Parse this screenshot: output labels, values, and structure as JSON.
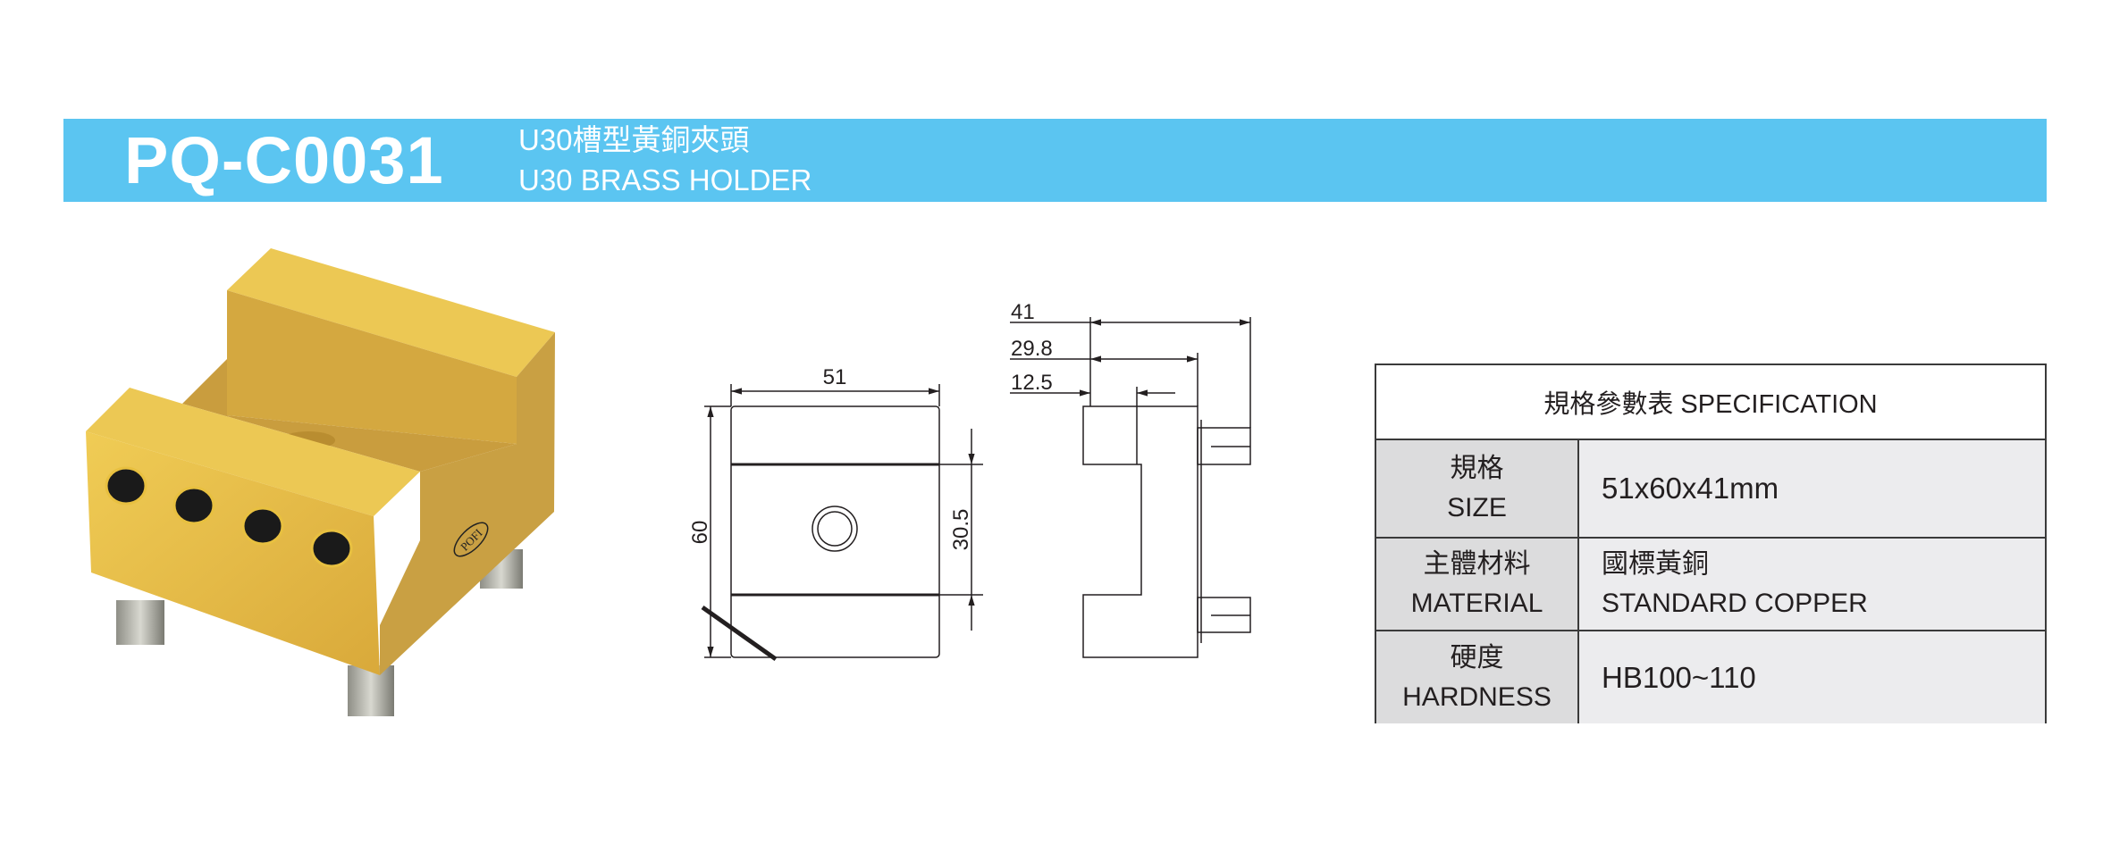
{
  "header": {
    "model_code": "PQ-C0031",
    "title_cn": "U30槽型黃銅夾頭",
    "title_en": "U30 BRASS HOLDER",
    "banner_color": "#5bc5f1"
  },
  "product_image": {
    "brand_mark": "POFI",
    "registered_mark": "®"
  },
  "drawing": {
    "dims": {
      "width": "51",
      "height": "60",
      "slot_height": "30.5",
      "depth_total": "41",
      "depth_body": "29.8",
      "slot_depth": "12.5"
    }
  },
  "spec_table": {
    "title": "規格參數表 SPECIFICATION",
    "rows": [
      {
        "label_cn": "規格",
        "label_en": "SIZE",
        "value_1": "51x60x41mm",
        "value_2": ""
      },
      {
        "label_cn": "主體材料",
        "label_en": "MATERIAL",
        "value_1": "國標黃銅",
        "value_2": "STANDARD COPPER"
      },
      {
        "label_cn": "硬度",
        "label_en": "HARDNESS",
        "value_1": "HB100~110",
        "value_2": ""
      }
    ]
  }
}
